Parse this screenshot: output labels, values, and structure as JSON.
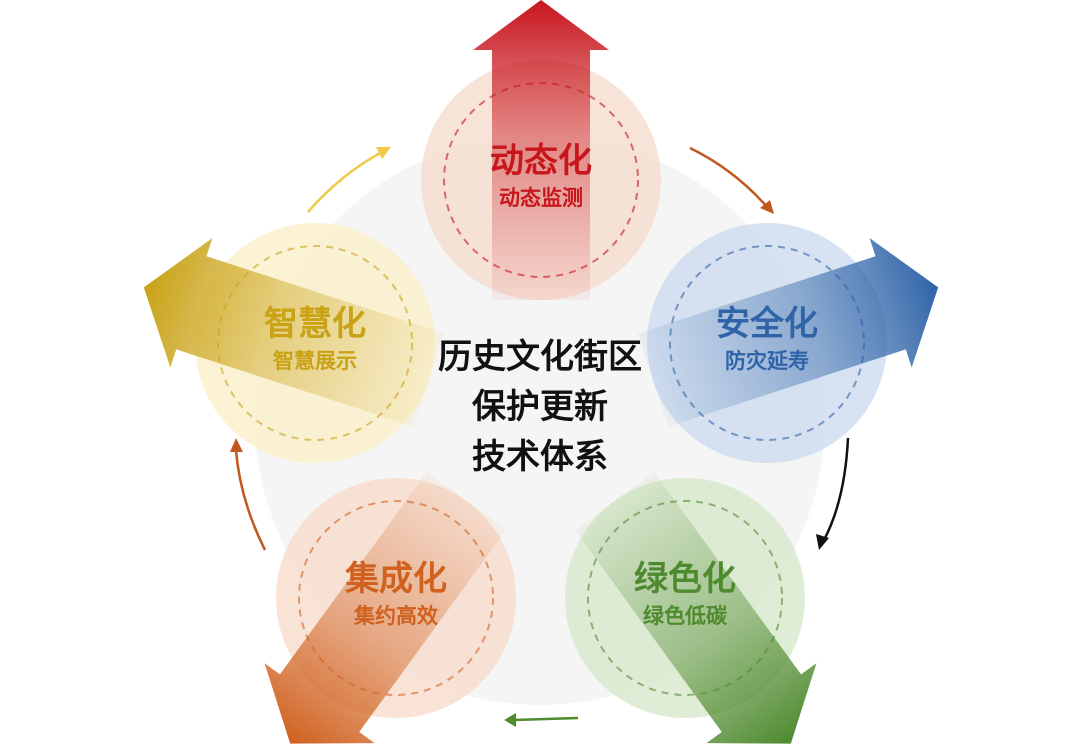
{
  "center": {
    "lines": [
      "历史文化街区",
      "保护更新",
      "技术体系"
    ]
  },
  "nodes": [
    {
      "title": "动态化",
      "subtitle": "动态监测",
      "color": "#c8161d",
      "light": "#f6d9cc"
    },
    {
      "title": "安全化",
      "subtitle": "防灾延寿",
      "color": "#2f64a8",
      "light": "#c9d9ee"
    },
    {
      "title": "绿色化",
      "subtitle": "绿色低碳",
      "color": "#4e8a2e",
      "light": "#d5e7c8"
    },
    {
      "title": "集成化",
      "subtitle": "集约高效",
      "color": "#d0611f",
      "light": "#f7dac8"
    },
    {
      "title": "智慧化",
      "subtitle": "智慧展示",
      "color": "#c9a215",
      "light": "#fbefc7"
    }
  ]
}
